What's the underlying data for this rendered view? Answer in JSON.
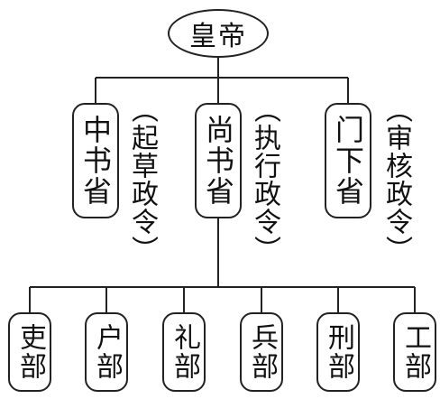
{
  "top": {
    "label": "皇帝"
  },
  "ministries": [
    {
      "name": "中书省",
      "note": "（起草政令）"
    },
    {
      "name": "尚书省",
      "note": "（执行政令）"
    },
    {
      "name": "门下省",
      "note": "（审核政令）"
    }
  ],
  "departments": [
    {
      "name": "吏部"
    },
    {
      "name": "户部"
    },
    {
      "name": "礼部"
    },
    {
      "name": "兵部"
    },
    {
      "name": "刑部"
    },
    {
      "name": "工部"
    }
  ]
}
